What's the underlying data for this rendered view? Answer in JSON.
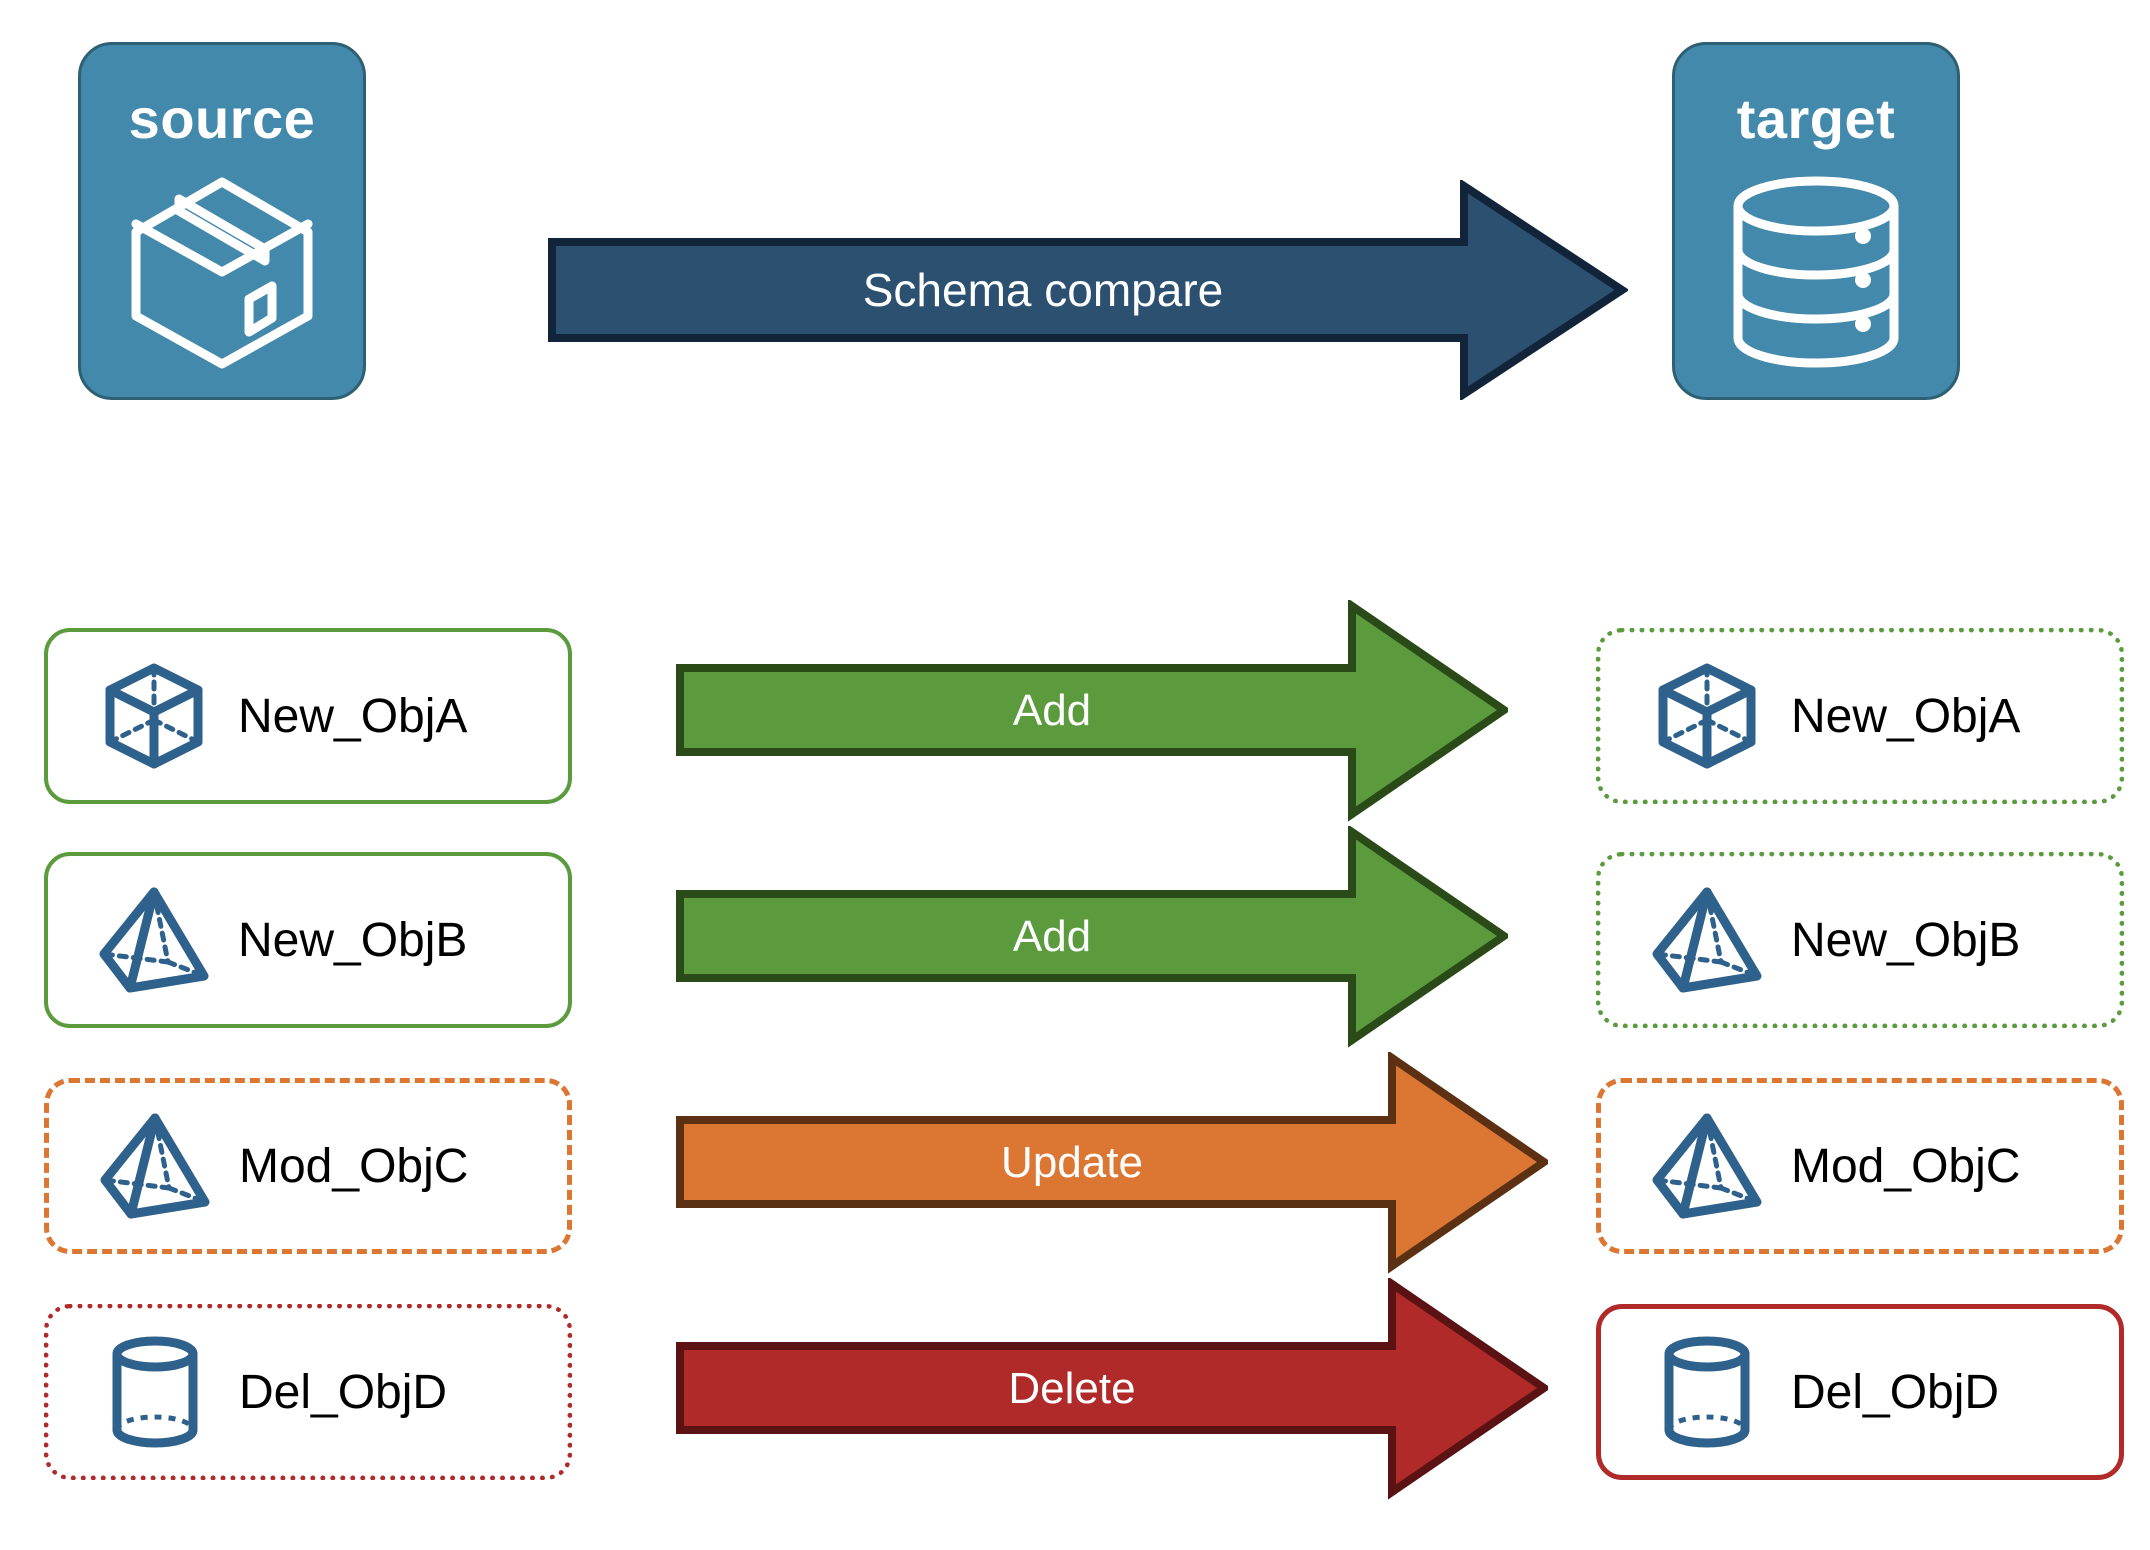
{
  "diagram": {
    "title": "Schema compare source to target",
    "colors": {
      "endpoint_fill": "#4289AC",
      "endpoint_stroke": "#2E6074",
      "compare_arrow_fill": "#2C5070",
      "compare_arrow_stroke": "#12243A",
      "add_fill": "#5B9B3E",
      "add_stroke": "#2A4A17",
      "update_fill": "#DC7633",
      "update_stroke": "#5C3113",
      "delete_fill": "#B02A2A",
      "delete_stroke": "#5A1212",
      "object_icon": "#2E618B",
      "text_dark": "#000000",
      "text_light": "#FFFFFF"
    },
    "endpoints": [
      {
        "id": "source",
        "label": "source",
        "icon": "package-box-icon",
        "side": "left"
      },
      {
        "id": "target",
        "label": "target",
        "icon": "database-cylinder-icon",
        "side": "right"
      }
    ],
    "compare_arrow": {
      "label": "Schema compare",
      "direction": "right"
    },
    "rows": [
      {
        "action": "Add",
        "action_color": "#5B9B3E",
        "source": {
          "name": "New_ObjA",
          "icon": "wireframe-cube-icon",
          "border": "solid"
        },
        "target": {
          "name": "New_ObjA",
          "icon": "wireframe-cube-icon",
          "border": "dotted"
        }
      },
      {
        "action": "Add",
        "action_color": "#5B9B3E",
        "source": {
          "name": "New_ObjB",
          "icon": "wireframe-pyramid-icon",
          "border": "solid"
        },
        "target": {
          "name": "New_ObjB",
          "icon": "wireframe-pyramid-icon",
          "border": "dotted"
        }
      },
      {
        "action": "Update",
        "action_color": "#DC7633",
        "source": {
          "name": "Mod_ObjC",
          "icon": "wireframe-pyramid-icon",
          "border": "dashed"
        },
        "target": {
          "name": "Mod_ObjC",
          "icon": "wireframe-pyramid-icon",
          "border": "dashed"
        }
      },
      {
        "action": "Delete",
        "action_color": "#B02A2A",
        "source": {
          "name": "Del_ObjD",
          "icon": "wireframe-cylinder-icon",
          "border": "dotted"
        },
        "target": {
          "name": "Del_ObjD",
          "icon": "wireframe-cylinder-icon",
          "border": "solid"
        }
      }
    ]
  }
}
